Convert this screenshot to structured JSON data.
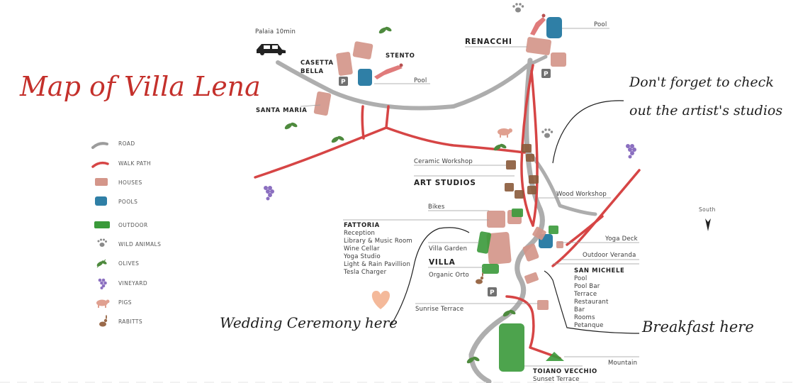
{
  "title": "Map of Villa Lena",
  "colors": {
    "title": "#c4302b",
    "road": "#9c9c9c",
    "walk_path": "#d64545",
    "houses": "#d4968a",
    "pools": "#2f7fa6",
    "outdoor": "#3a9a3a",
    "wild_animals": "#8a8a8a",
    "olives": "#4e8a3e",
    "vineyard": "#8b6fc0",
    "pigs": "#e0a090",
    "rabbits": "#9a6a4a",
    "studios": "#8a5a3a",
    "heart": "#f4b99a"
  },
  "legend": [
    {
      "label": "ROAD",
      "icon": "road-line-icon"
    },
    {
      "label": "WALK PATH",
      "icon": "walk-path-line-icon"
    },
    {
      "label": "HOUSES",
      "icon": "house-block-icon"
    },
    {
      "label": "POOLS",
      "icon": "pool-block-icon"
    },
    {
      "label": "OUTDOOR",
      "icon": "outdoor-block-icon"
    },
    {
      "label": "WILD ANIMALS",
      "icon": "paw-print-icon"
    },
    {
      "label": "OLIVES",
      "icon": "olive-branch-icon"
    },
    {
      "label": "VINEYARD",
      "icon": "grape-bunch-icon"
    },
    {
      "label": "PIGS",
      "icon": "pig-icon"
    },
    {
      "label": "RABITTS",
      "icon": "rabbit-icon"
    }
  ],
  "places": {
    "palaia": "Palaia 10min",
    "casetta_1": "CASETTA",
    "casetta_2": "BELLA",
    "stento": "STENTO",
    "pool_stento": "Pool",
    "santa_maria": "SANTA MARIA",
    "renacchi": "RENACCHI",
    "pool_renacchi": "Pool",
    "parking": "P",
    "ceramic_workshop": "Ceramic Workshop",
    "art_studios": "ART STUDIOS",
    "wood_workshop": "Wood Workshop",
    "bikes": "Bikes",
    "villa_garden": "Villa Garden",
    "villa": "VILLA",
    "organic_orto": "Organic Orto",
    "yoga_deck": "Yoga Deck",
    "outdoor_veranda": "Outdoor Veranda",
    "sunrise_terrace": "Sunrise Terrace",
    "mountain": "Mountain",
    "toiano_vecchio": "TOIANO VECCHIO",
    "sunset_terrace": "Sunset Terrace",
    "south": "South"
  },
  "fattoria": {
    "title": "FATTORIA",
    "items": [
      "Reception",
      "Library & Music Room",
      "Wine Cellar",
      "Yoga Studio",
      "Light & Rain Pavillion",
      "Tesla Charger"
    ]
  },
  "san_michele": {
    "title": "SAN MICHELE",
    "items": [
      "Pool",
      "Pool Bar",
      "Terrace",
      "Restaurant",
      "Bar",
      "Rooms",
      "Petanque"
    ]
  },
  "notes": {
    "artist_1": "Don't forget to check",
    "artist_2": "out the artist's studios",
    "wedding": "Wedding Ceremony here",
    "breakfast": "Breakfast here"
  }
}
